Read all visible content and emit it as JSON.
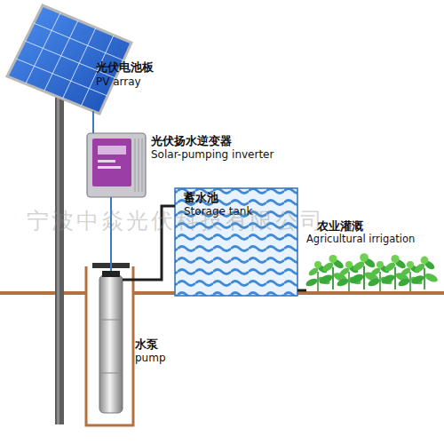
{
  "diagram": {
    "nodes": [
      {
        "text": [
          "光伏电池板",
          "PV array"
        ]
      },
      {
        "text": [
          "光伏扬水逆变器",
          "Solar-pumping inverter"
        ]
      },
      {
        "text": [
          "蓄水池",
          "Storage tank"
        ]
      },
      {
        "text": [
          "农业灌溉",
          "Agricultural irrigation"
        ]
      },
      {
        "text": [
          "水泵",
          "pump"
        ]
      }
    ],
    "edges": [
      {
        "from": 0,
        "to": 1,
        "arrow": "none"
      },
      {
        "from": 1,
        "to": 4,
        "arrow": "none"
      },
      {
        "from": 4,
        "to": 2,
        "arrow": "none"
      },
      {
        "from": 2,
        "to": 3,
        "arrow": "none"
      }
    ],
    "labels": [
      "宁波中焱光伏科技有限公司"
    ]
  }
}
